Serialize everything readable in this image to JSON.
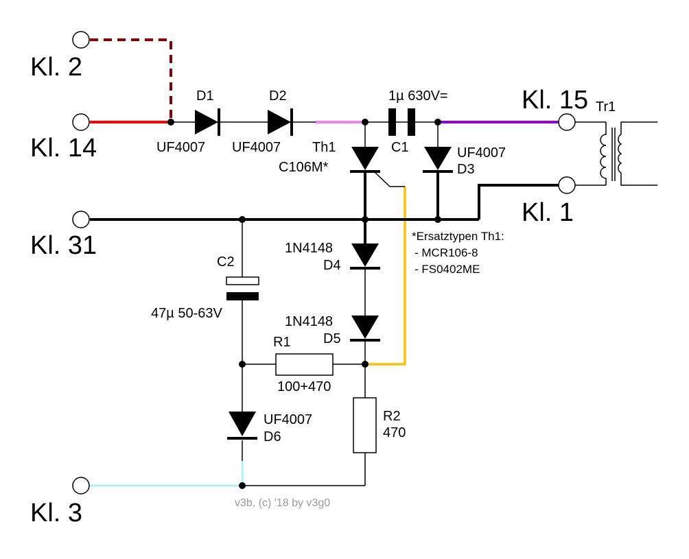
{
  "terminals": {
    "kl2": "Kl. 2",
    "kl14": "Kl. 14",
    "kl31": "Kl. 31",
    "kl3": "Kl. 3",
    "kl15": "Kl. 15",
    "kl1": "Kl. 1"
  },
  "components": {
    "d1": {
      "name": "D1",
      "type": "UF4007"
    },
    "d2": {
      "name": "D2",
      "type": "UF4007"
    },
    "d3": {
      "name": "D3",
      "type": "UF4007"
    },
    "d4": {
      "name": "D4",
      "type": "1N4148"
    },
    "d5": {
      "name": "D5",
      "type": "1N4148"
    },
    "d6": {
      "name": "D6",
      "type": "UF4007"
    },
    "th1": {
      "name": "Th1",
      "type": "C106M*"
    },
    "c1": {
      "name": "C1",
      "value": "1µ 630V="
    },
    "c2": {
      "name": "C2",
      "value": "47µ 50-63V"
    },
    "r1": {
      "name": "R1",
      "value": "100+470"
    },
    "r2": {
      "name": "R2",
      "value": "470"
    },
    "tr1": {
      "name": "Tr1"
    }
  },
  "note": {
    "title": "*Ersatztypen Th1:",
    "items": [
      "- MCR106-8",
      "- FS0402ME"
    ]
  },
  "copyright": "v3b, (c) '18 by v3g0",
  "colors": {
    "kl2_link": "#8b0000",
    "kl14_wire": "#ff0000",
    "d2_out_wire": "#ee82ee",
    "kl15_wire": "#9400d3",
    "gate_wire": "#ffc000",
    "kl3_wire": "#7fffff"
  }
}
